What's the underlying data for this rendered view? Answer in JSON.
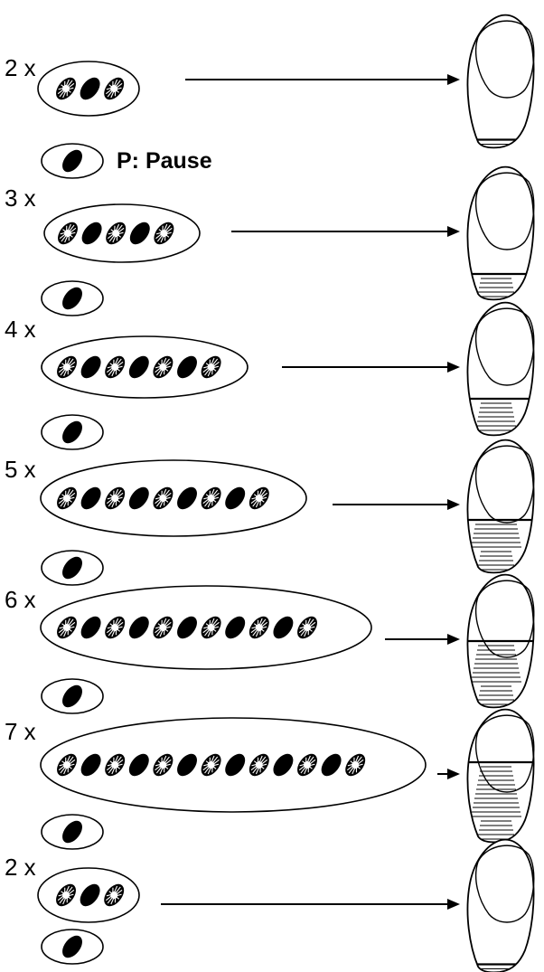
{
  "title": "",
  "legend": {
    "pause_label": "P: Pause"
  },
  "rows": [
    {
      "repeat_label": "2 x",
      "beads": [
        "star",
        "solid",
        "star"
      ],
      "fill_level": 0.07
    },
    {
      "repeat_label": "3 x",
      "beads": [
        "star",
        "solid",
        "star",
        "solid",
        "star"
      ],
      "fill_level": 0.2
    },
    {
      "repeat_label": "4 x",
      "beads": [
        "star",
        "solid",
        "star",
        "solid",
        "star",
        "solid",
        "star"
      ],
      "fill_level": 0.28
    },
    {
      "repeat_label": "5 x",
      "beads": [
        "star",
        "solid",
        "star",
        "solid",
        "star",
        "solid",
        "star",
        "solid",
        "star"
      ],
      "fill_level": 0.4
    },
    {
      "repeat_label": "6 x",
      "beads": [
        "star",
        "solid",
        "star",
        "solid",
        "star",
        "solid",
        "star",
        "solid",
        "star",
        "solid",
        "star"
      ],
      "fill_level": 0.5
    },
    {
      "repeat_label": "7 x",
      "beads": [
        "star",
        "solid",
        "star",
        "solid",
        "star",
        "solid",
        "star",
        "solid",
        "star",
        "solid",
        "star",
        "solid",
        "star"
      ],
      "fill_level": 0.6
    },
    {
      "repeat_label": "2 x",
      "beads": [
        "star",
        "solid",
        "star"
      ],
      "fill_level": 0.07
    }
  ],
  "pause_icon": "solid-bead-icon",
  "colors": {
    "ink": "#000000",
    "background": "#ffffff"
  }
}
